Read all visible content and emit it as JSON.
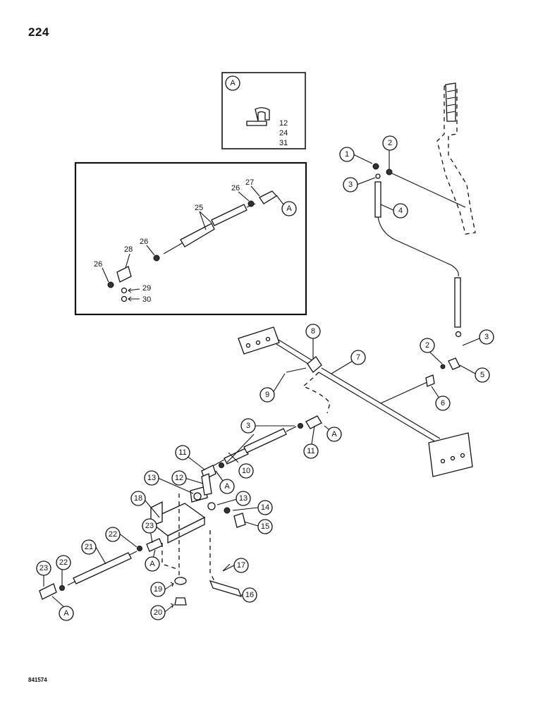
{
  "page_number": "224",
  "footer_code": "841574",
  "detail_a": {
    "marker": "A",
    "part_numbers": [
      "12",
      "24",
      "31"
    ]
  },
  "inset_callouts": [
    "25",
    "26",
    "26",
    "26",
    "27",
    "A",
    "28",
    "29",
    "30"
  ],
  "callouts": {
    "c1": "1",
    "c2": "2",
    "c3": "3",
    "c4": "4",
    "c2b": "2",
    "c3b": "3",
    "c5": "5",
    "c6": "6",
    "c7": "7",
    "c8": "8",
    "c9": "9",
    "c3c": "3",
    "cA1": "A",
    "c11a": "11",
    "c10": "10",
    "c11b": "11",
    "cA2": "A",
    "c12": "12",
    "c13a": "13",
    "c13b": "13",
    "c14": "14",
    "c15": "15",
    "c18": "18",
    "c22a": "22",
    "c23a": "23",
    "cA3": "A",
    "c21": "21",
    "c17": "17",
    "c16": "16",
    "c19": "19",
    "c20": "20",
    "c23b": "23",
    "c22b": "22",
    "cA4": "A"
  }
}
